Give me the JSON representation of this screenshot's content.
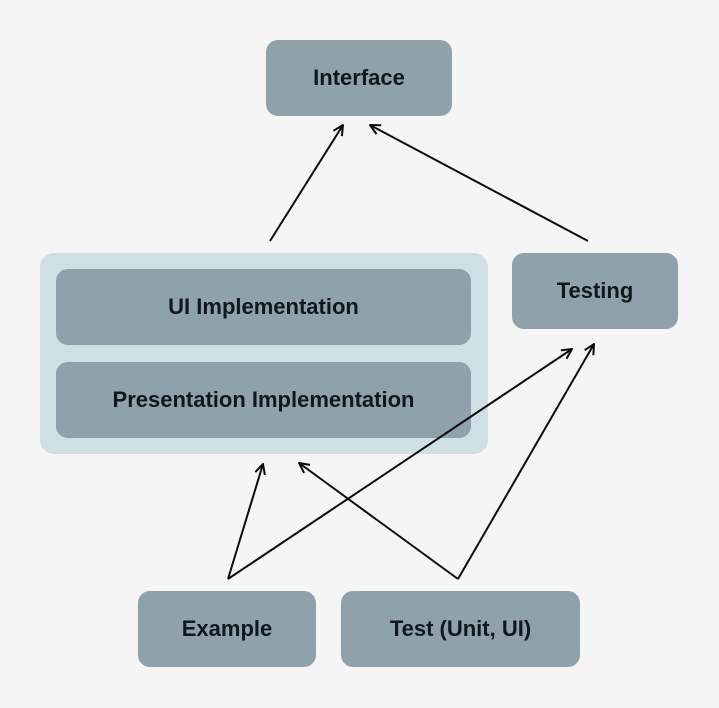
{
  "diagram": {
    "nodes": {
      "interface": "Interface",
      "ui_implementation": "UI Implementation",
      "presentation_implementation": "Presentation Implementation",
      "testing": "Testing",
      "example": "Example",
      "test_unit_ui": "Test (Unit, UI)"
    },
    "groups": {
      "implementation_group": [
        "ui_implementation",
        "presentation_implementation"
      ]
    },
    "edges": [
      {
        "from": "implementation_group",
        "to": "interface"
      },
      {
        "from": "testing",
        "to": "interface"
      },
      {
        "from": "example",
        "to": "implementation_group"
      },
      {
        "from": "example",
        "to": "testing"
      },
      {
        "from": "test_unit_ui",
        "to": "implementation_group"
      },
      {
        "from": "test_unit_ui",
        "to": "testing"
      }
    ],
    "colors": {
      "background": "#f5f5f5",
      "node_fill": "#8fa1aa",
      "group_fill": "#cfe0e5",
      "text": "#11181d",
      "edge": "#0c0c0c"
    }
  }
}
